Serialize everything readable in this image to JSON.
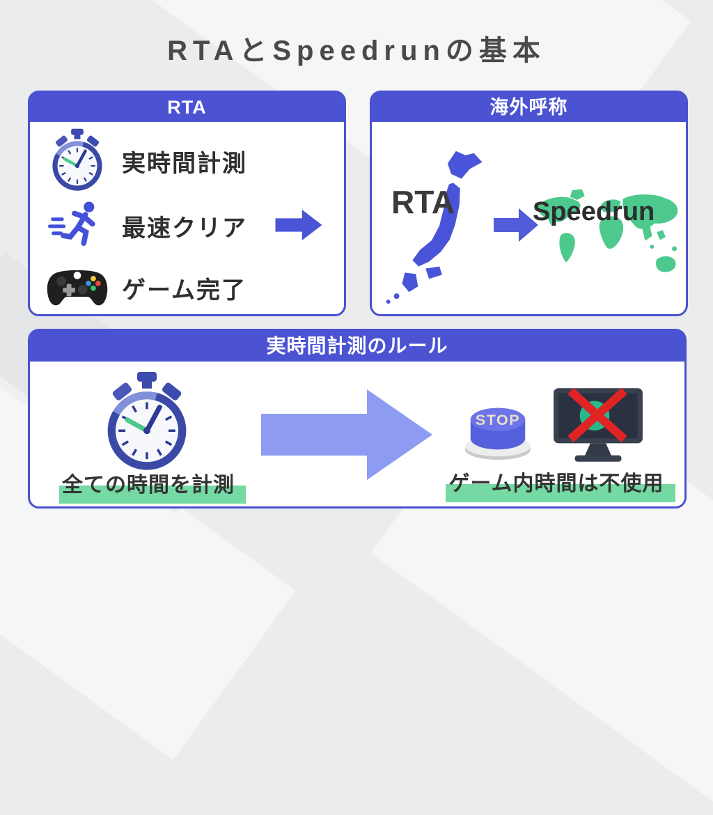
{
  "title": "RTAとSpeedrunの基本",
  "colors": {
    "accent_indigo": "#4b53d3",
    "arrow_light": "#8d9cf2",
    "map_green": "#4dc98d",
    "highlight_green": "#74d9a3",
    "cross_red": "#e02424",
    "title_text": "#4a4a4b"
  },
  "cards": {
    "rta": {
      "header": "RTA",
      "items": [
        {
          "icon": "stopwatch-icon",
          "label": "実時間計測"
        },
        {
          "icon": "runner-icon",
          "label": "最速クリア"
        },
        {
          "icon": "controller-icon",
          "label": "ゲーム完了"
        }
      ]
    },
    "overseas": {
      "header": "海外呼称",
      "japan_label": "RTA",
      "world_label": "Speedrun"
    },
    "rules": {
      "header": "実時間計測のルール",
      "left_caption": "全ての時間を計測",
      "right_caption": "ゲーム内時間は不使用",
      "stop_button_label": "STOP"
    }
  }
}
